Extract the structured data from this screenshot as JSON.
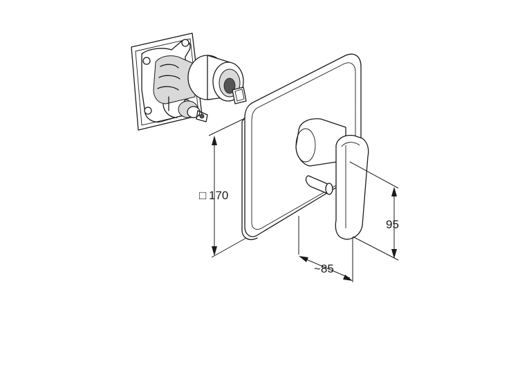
{
  "dimensions": {
    "plate_size": "170",
    "plate_size_symbol": "□",
    "projection": "~85",
    "lever_height": "95"
  }
}
